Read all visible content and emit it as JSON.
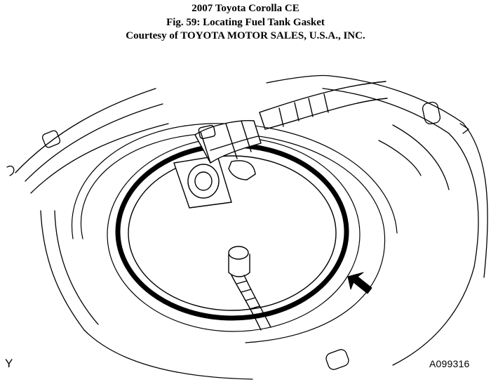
{
  "caption": {
    "line1": "2007 Toyota Corolla CE",
    "line2": "Fig. 59: Locating Fuel Tank Gasket",
    "line3": "Courtesy of TOYOTA MOTOR SALES, U.S.A., INC."
  },
  "figure": {
    "corner_mark": "Y",
    "figure_code": "A099316",
    "line_color": "#000000",
    "background": "#ffffff",
    "callout": "arrow pointing to gasket ring",
    "icons": [
      "fuel-tank-outline",
      "fuel-pump-flange",
      "fuel-hose",
      "gasket-ring",
      "pointer-arrow"
    ]
  }
}
